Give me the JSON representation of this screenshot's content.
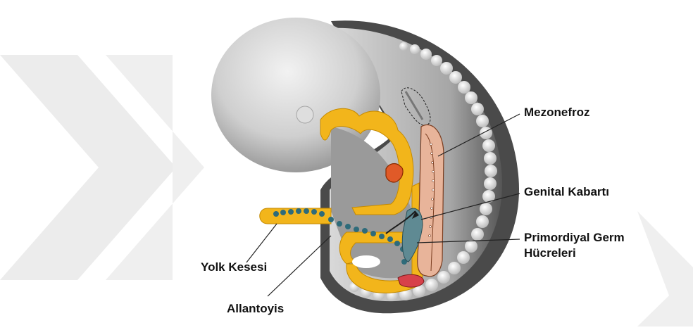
{
  "labels": {
    "mesonephros": "Mezonefroz",
    "genital_ridge": "Genital Kabartı",
    "pgc_line1": "Primordiyal Germ",
    "pgc_line2": "Hücreleri",
    "yolk_sac": "Yolk Kesesi",
    "allantois": "Allantoyis"
  },
  "colors": {
    "embryo_body": "#bdbdbd",
    "yellow_tissue": "#f2b51b",
    "mesonephros": "#e8b49a",
    "germ_cells": "#2e6b7a",
    "watermark": "#ebebeb"
  }
}
